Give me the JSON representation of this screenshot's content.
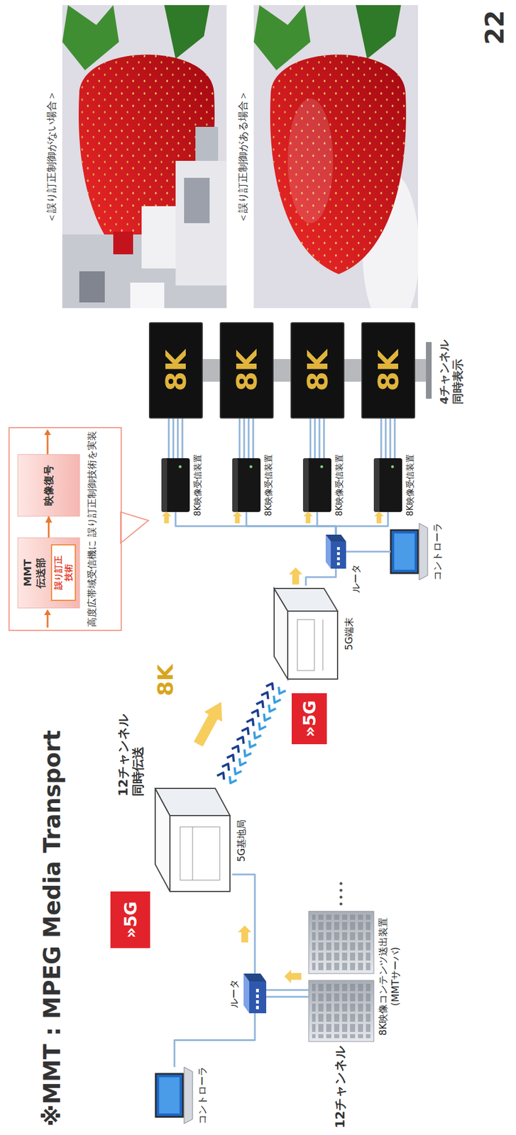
{
  "diagram": {
    "nodes": [
      {
        "text": [
          "高度広帯域受信機に 誤り訂正制御技術を実装"
        ]
      },
      {
        "text": [
          "MMT 伝送部"
        ],
        "in": 0
      },
      {
        "text": [
          "誤り訂正 技術"
        ],
        "in": 1
      },
      {
        "text": [
          "映像復号"
        ],
        "in": 0
      },
      {
        "text": [
          "コントローラ"
        ]
      },
      {
        "text": [
          "ルータ"
        ]
      },
      {
        "text": [
          "8K映像コンテンツ送出装置 (MMTサーバ)"
        ]
      },
      {
        "text": [
          "»5G"
        ]
      },
      {
        "text": [
          "5G基地局"
        ]
      },
      {
        "text": [
          "»5G"
        ]
      },
      {
        "text": [
          "5G端末"
        ]
      },
      {
        "text": [
          "ルータ"
        ]
      },
      {
        "text": [
          "コントローラ"
        ]
      },
      {
        "text": [
          "8K映像受信装置"
        ]
      },
      {
        "text": [
          "8K映像受信装置"
        ]
      },
      {
        "text": [
          "8K映像受信装置"
        ]
      },
      {
        "text": [
          "8K映像受信装置"
        ]
      },
      {
        "text": [
          "8K"
        ]
      },
      {
        "text": [
          "8K"
        ]
      },
      {
        "text": [
          "8K"
        ]
      },
      {
        "text": [
          "8K"
        ]
      }
    ],
    "edges": [
      {
        "from": 1,
        "to": 3,
        "arrow": "to"
      },
      {
        "from": 4,
        "to": 5,
        "arrow": "none"
      },
      {
        "from": 6,
        "to": 5,
        "arrow": "none"
      },
      {
        "from": 5,
        "to": 8,
        "arrow": "none"
      },
      {
        "from": 8,
        "to": 10,
        "arrow": "both"
      },
      {
        "from": 10,
        "to": 11,
        "arrow": "none"
      },
      {
        "from": 11,
        "to": 12,
        "arrow": "none"
      },
      {
        "from": 11,
        "to": 13,
        "arrow": "none"
      },
      {
        "from": 11,
        "to": 14,
        "arrow": "none"
      },
      {
        "from": 11,
        "to": 15,
        "arrow": "none"
      },
      {
        "from": 11,
        "to": 16,
        "arrow": "none"
      },
      {
        "from": 13,
        "to": 17,
        "arrow": "none"
      },
      {
        "from": 14,
        "to": 18,
        "arrow": "none"
      },
      {
        "from": 15,
        "to": 19,
        "arrow": "none"
      },
      {
        "from": 16,
        "to": 20,
        "arrow": "none"
      }
    ],
    "labels": [
      "8K",
      "12チャンネル 同時伝送",
      "12チャンネル",
      "4チャンネル 同時表示",
      "＜誤り訂正制御がない場合＞",
      "＜誤り訂正制御がある場合＞",
      "※MMT : MPEG Media Transport",
      "22"
    ]
  }
}
